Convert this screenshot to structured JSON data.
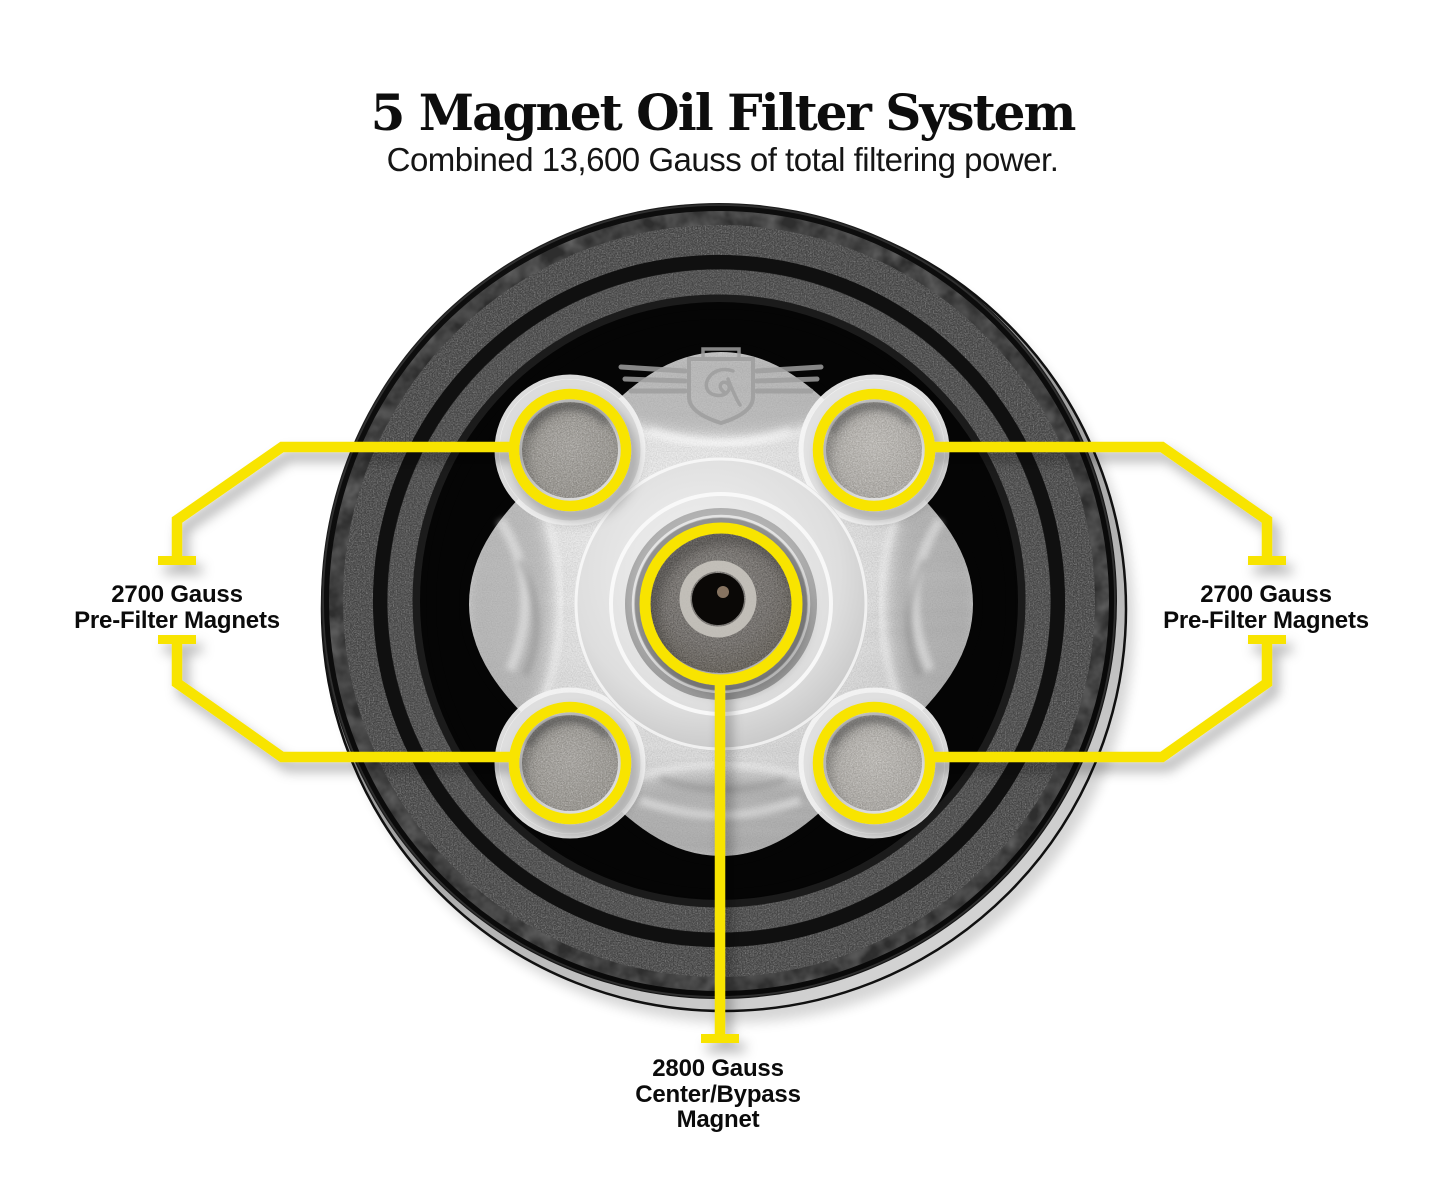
{
  "header": {
    "title": "5 Magnet Oil Filter System",
    "subtitle": "Combined 13,600 Gauss of total filtering power."
  },
  "callouts": {
    "left": {
      "line1": "2700 Gauss",
      "line2": "Pre-Filter Magnets"
    },
    "right": {
      "line1": "2700 Gauss",
      "line2": "Pre-Filter Magnets"
    },
    "bottom": {
      "line1": "2800 Gauss",
      "line2": "Center/Bypass",
      "line3": "Magnet"
    }
  },
  "figure": {
    "subject": "top view of oil filter with billet baseplate",
    "highlighted_magnets": 5,
    "icons": {
      "logo": "winged-badge-logo"
    }
  },
  "colors": {
    "highlight_yellow": "#F8E400",
    "title_text": "#0D0D0D",
    "label_text": "#0B0B0B",
    "background": "#FFFFFF"
  }
}
